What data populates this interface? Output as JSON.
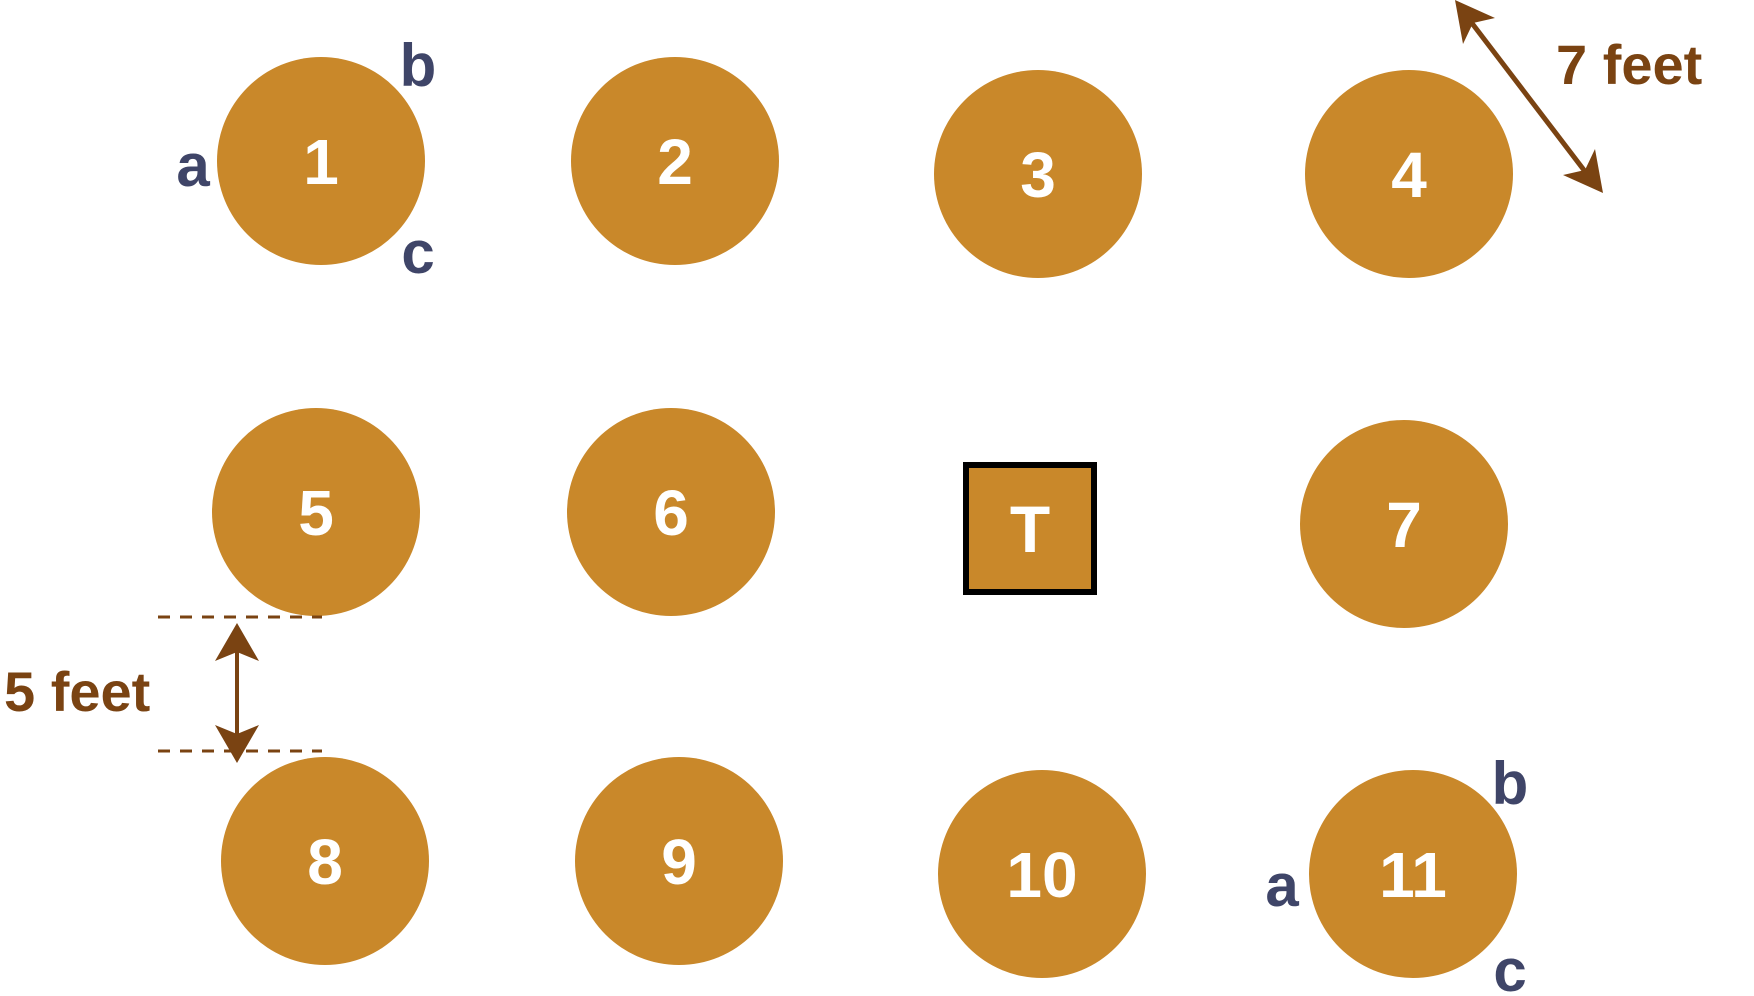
{
  "colors": {
    "circle_fill": "#C9882A",
    "number_text": "#FFFFFF",
    "letter_color": "#3F4568",
    "measure_color": "#7A4312",
    "table_border": "#000000"
  },
  "circles": [
    {
      "label": "1"
    },
    {
      "label": "2"
    },
    {
      "label": "3"
    },
    {
      "label": "4"
    },
    {
      "label": "5"
    },
    {
      "label": "6"
    },
    {
      "label": "7"
    },
    {
      "label": "8"
    },
    {
      "label": "9"
    },
    {
      "label": "10"
    },
    {
      "label": "11"
    }
  ],
  "table": {
    "label": "T"
  },
  "positions_circle_1": {
    "a": "a",
    "b": "b",
    "c": "c"
  },
  "positions_circle_11": {
    "a": "a",
    "b": "b",
    "c": "c"
  },
  "measure_horizontal_gap": {
    "label": "7 feet"
  },
  "measure_vertical_gap": {
    "label": "5 feet"
  }
}
